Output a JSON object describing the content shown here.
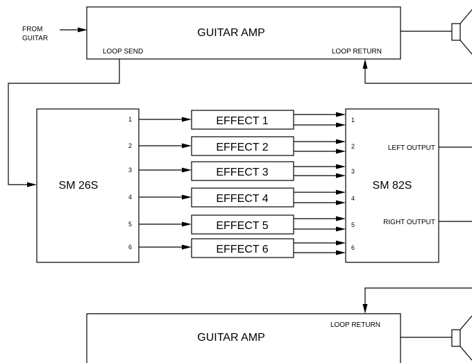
{
  "from_guitar": [
    "FROM",
    "GUITAR"
  ],
  "amp_top": {
    "title": "GUITAR AMP",
    "loop_send": "LOOP SEND",
    "loop_return": "LOOP RETURN"
  },
  "amp_bottom": {
    "title": "GUITAR AMP",
    "loop_return": "LOOP RETURN"
  },
  "sm26s": {
    "label": "SM 26S",
    "ports": [
      "1",
      "2",
      "3",
      "4",
      "5",
      "6"
    ]
  },
  "sm82s": {
    "label": "SM 82S",
    "ports": [
      "1",
      "2",
      "3",
      "4",
      "5",
      "6"
    ],
    "left_output": "LEFT OUTPUT",
    "right_output": "RIGHT OUTPUT"
  },
  "effects": [
    "EFFECT 1",
    "EFFECT 2",
    "EFFECT 3",
    "EFFECT 4",
    "EFFECT 5",
    "EFFECT 6"
  ],
  "colors": {
    "line": "#000000",
    "background": "#ffffff"
  }
}
